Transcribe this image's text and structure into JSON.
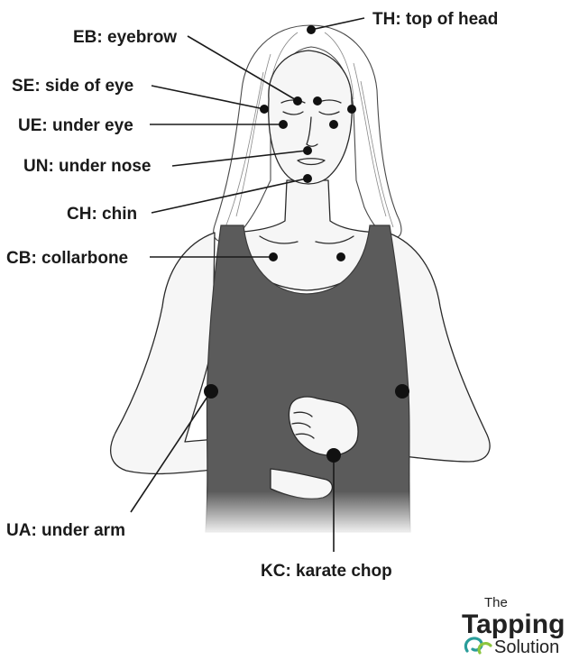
{
  "points": [
    {
      "id": "eb",
      "label": "EB: eyebrow"
    },
    {
      "id": "th",
      "label": "TH: top of head"
    },
    {
      "id": "se",
      "label": "SE: side of eye"
    },
    {
      "id": "ue",
      "label": "UE: under eye"
    },
    {
      "id": "un",
      "label": "UN: under nose"
    },
    {
      "id": "ch",
      "label": "CH: chin"
    },
    {
      "id": "cb",
      "label": "CB: collarbone"
    },
    {
      "id": "ua",
      "label": "UA: under arm"
    },
    {
      "id": "kc",
      "label": "KC: karate chop"
    }
  ],
  "logo": {
    "line1": "The",
    "line2": "Tapping",
    "line3": "Solution"
  },
  "colors": {
    "tank": "#5b5b5b",
    "ink": "#1a1a1a",
    "logo_swirl_teal": "#2a9d9a",
    "logo_swirl_green": "#8cc63f"
  }
}
